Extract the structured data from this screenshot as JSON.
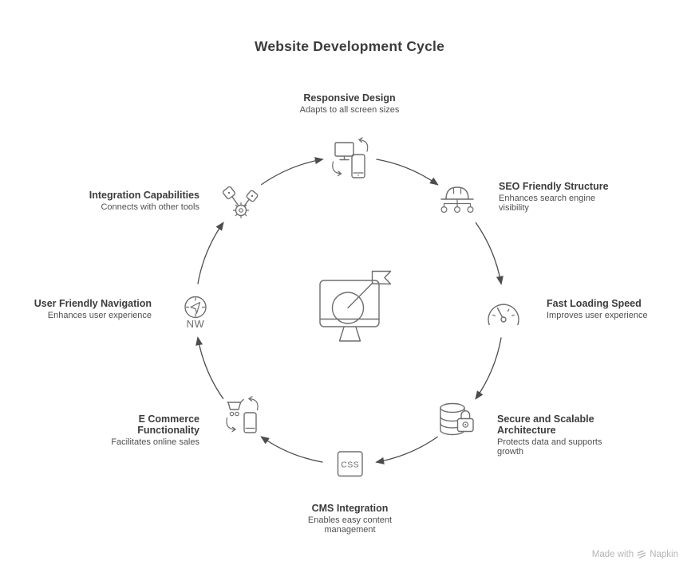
{
  "title": "Website Development Cycle",
  "flow_direction": "clockwise",
  "center_icon": "monitor-target-icon",
  "nodes": [
    {
      "id": "responsive-design",
      "icon": "monitor-phone-swap-icon",
      "title": "Responsive Design",
      "desc": "Adapts to all screen sizes"
    },
    {
      "id": "seo-friendly-structure",
      "icon": "helmet-sitemap-icon",
      "title": "SEO Friendly Structure",
      "desc": "Enhances search engine visibility"
    },
    {
      "id": "fast-loading-speed",
      "icon": "speedometer-icon",
      "title": "Fast Loading Speed",
      "desc": "Improves user experience"
    },
    {
      "id": "secure-scalable-architecture",
      "icon": "database-lock-icon",
      "title": "Secure and Scalable Architecture",
      "desc": "Protects data and supports growth"
    },
    {
      "id": "cms-integration",
      "icon": "css-badge-icon",
      "title": "CMS Integration",
      "desc": "Enables easy content management"
    },
    {
      "id": "ecommerce-functionality",
      "icon": "cart-phone-swap-icon",
      "title": "E Commerce Functionality",
      "desc": "Facilitates online sales"
    },
    {
      "id": "user-friendly-navigation",
      "icon": "compass-icon",
      "title": "User Friendly Navigation",
      "desc": "Enhances user experience"
    },
    {
      "id": "integration-capabilities",
      "icon": "pistons-gear-icon",
      "title": "Integration Capabilities",
      "desc": "Connects with other tools"
    }
  ],
  "icon_text": {
    "compass_label": "NW",
    "cms_badge": "CSS"
  },
  "watermark": {
    "prefix": "Made with",
    "brand": "Napkin"
  },
  "colors": {
    "arc": "#4c4c4c",
    "icon": "#6e6e6e",
    "title": "#3c3c3c",
    "desc": "#4f4f4f",
    "watermark": "#b6b6b6"
  }
}
